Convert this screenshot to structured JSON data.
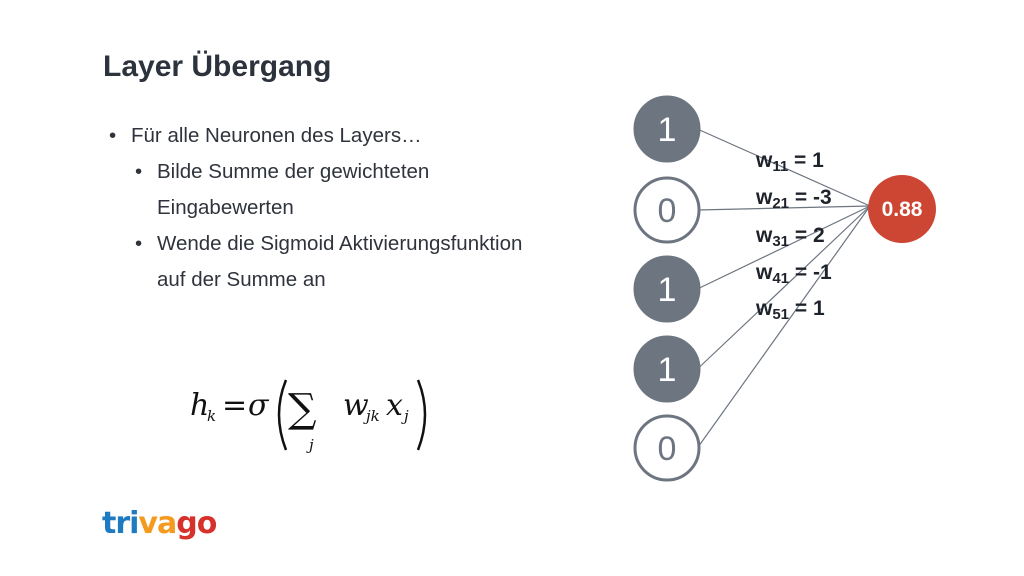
{
  "slide": {
    "title": "Layer Übergang",
    "bullets": {
      "main": "Für alle Neuronen des Layers…",
      "sub": [
        "Bilde Summe der gewichteten Eingabewerten",
        "Wende die Sigmoid Aktivierungsfunktion auf der Summe an"
      ]
    },
    "formula": {
      "h": "h",
      "h_sub": "k",
      "eq": "=",
      "sigma": "σ",
      "sum": "∑",
      "sum_sub": "j",
      "w": "w",
      "w_sub": "jk",
      "x": "x",
      "x_sub": "j"
    }
  },
  "network": {
    "inputs": [
      "1",
      "0",
      "1",
      "1",
      "0"
    ],
    "output": "0.88",
    "weights": [
      {
        "base": "w",
        "sub": "11",
        "rhs": " = 1"
      },
      {
        "base": "w",
        "sub": "21",
        "rhs": " = -3"
      },
      {
        "base": "w",
        "sub": "31",
        "rhs": " = 2"
      },
      {
        "base": "w",
        "sub": "41",
        "rhs": " = -1"
      },
      {
        "base": "w",
        "sub": "51",
        "rhs": " = 1"
      }
    ],
    "colors": {
      "active_fill": "#6d7581",
      "inactive_fill": "#ffffff",
      "node_stroke": "#6d7581",
      "output_fill": "#cc4633",
      "edge": "#6d7581"
    }
  },
  "logo": {
    "part1": "tri",
    "part2": "va",
    "part3": "go"
  }
}
